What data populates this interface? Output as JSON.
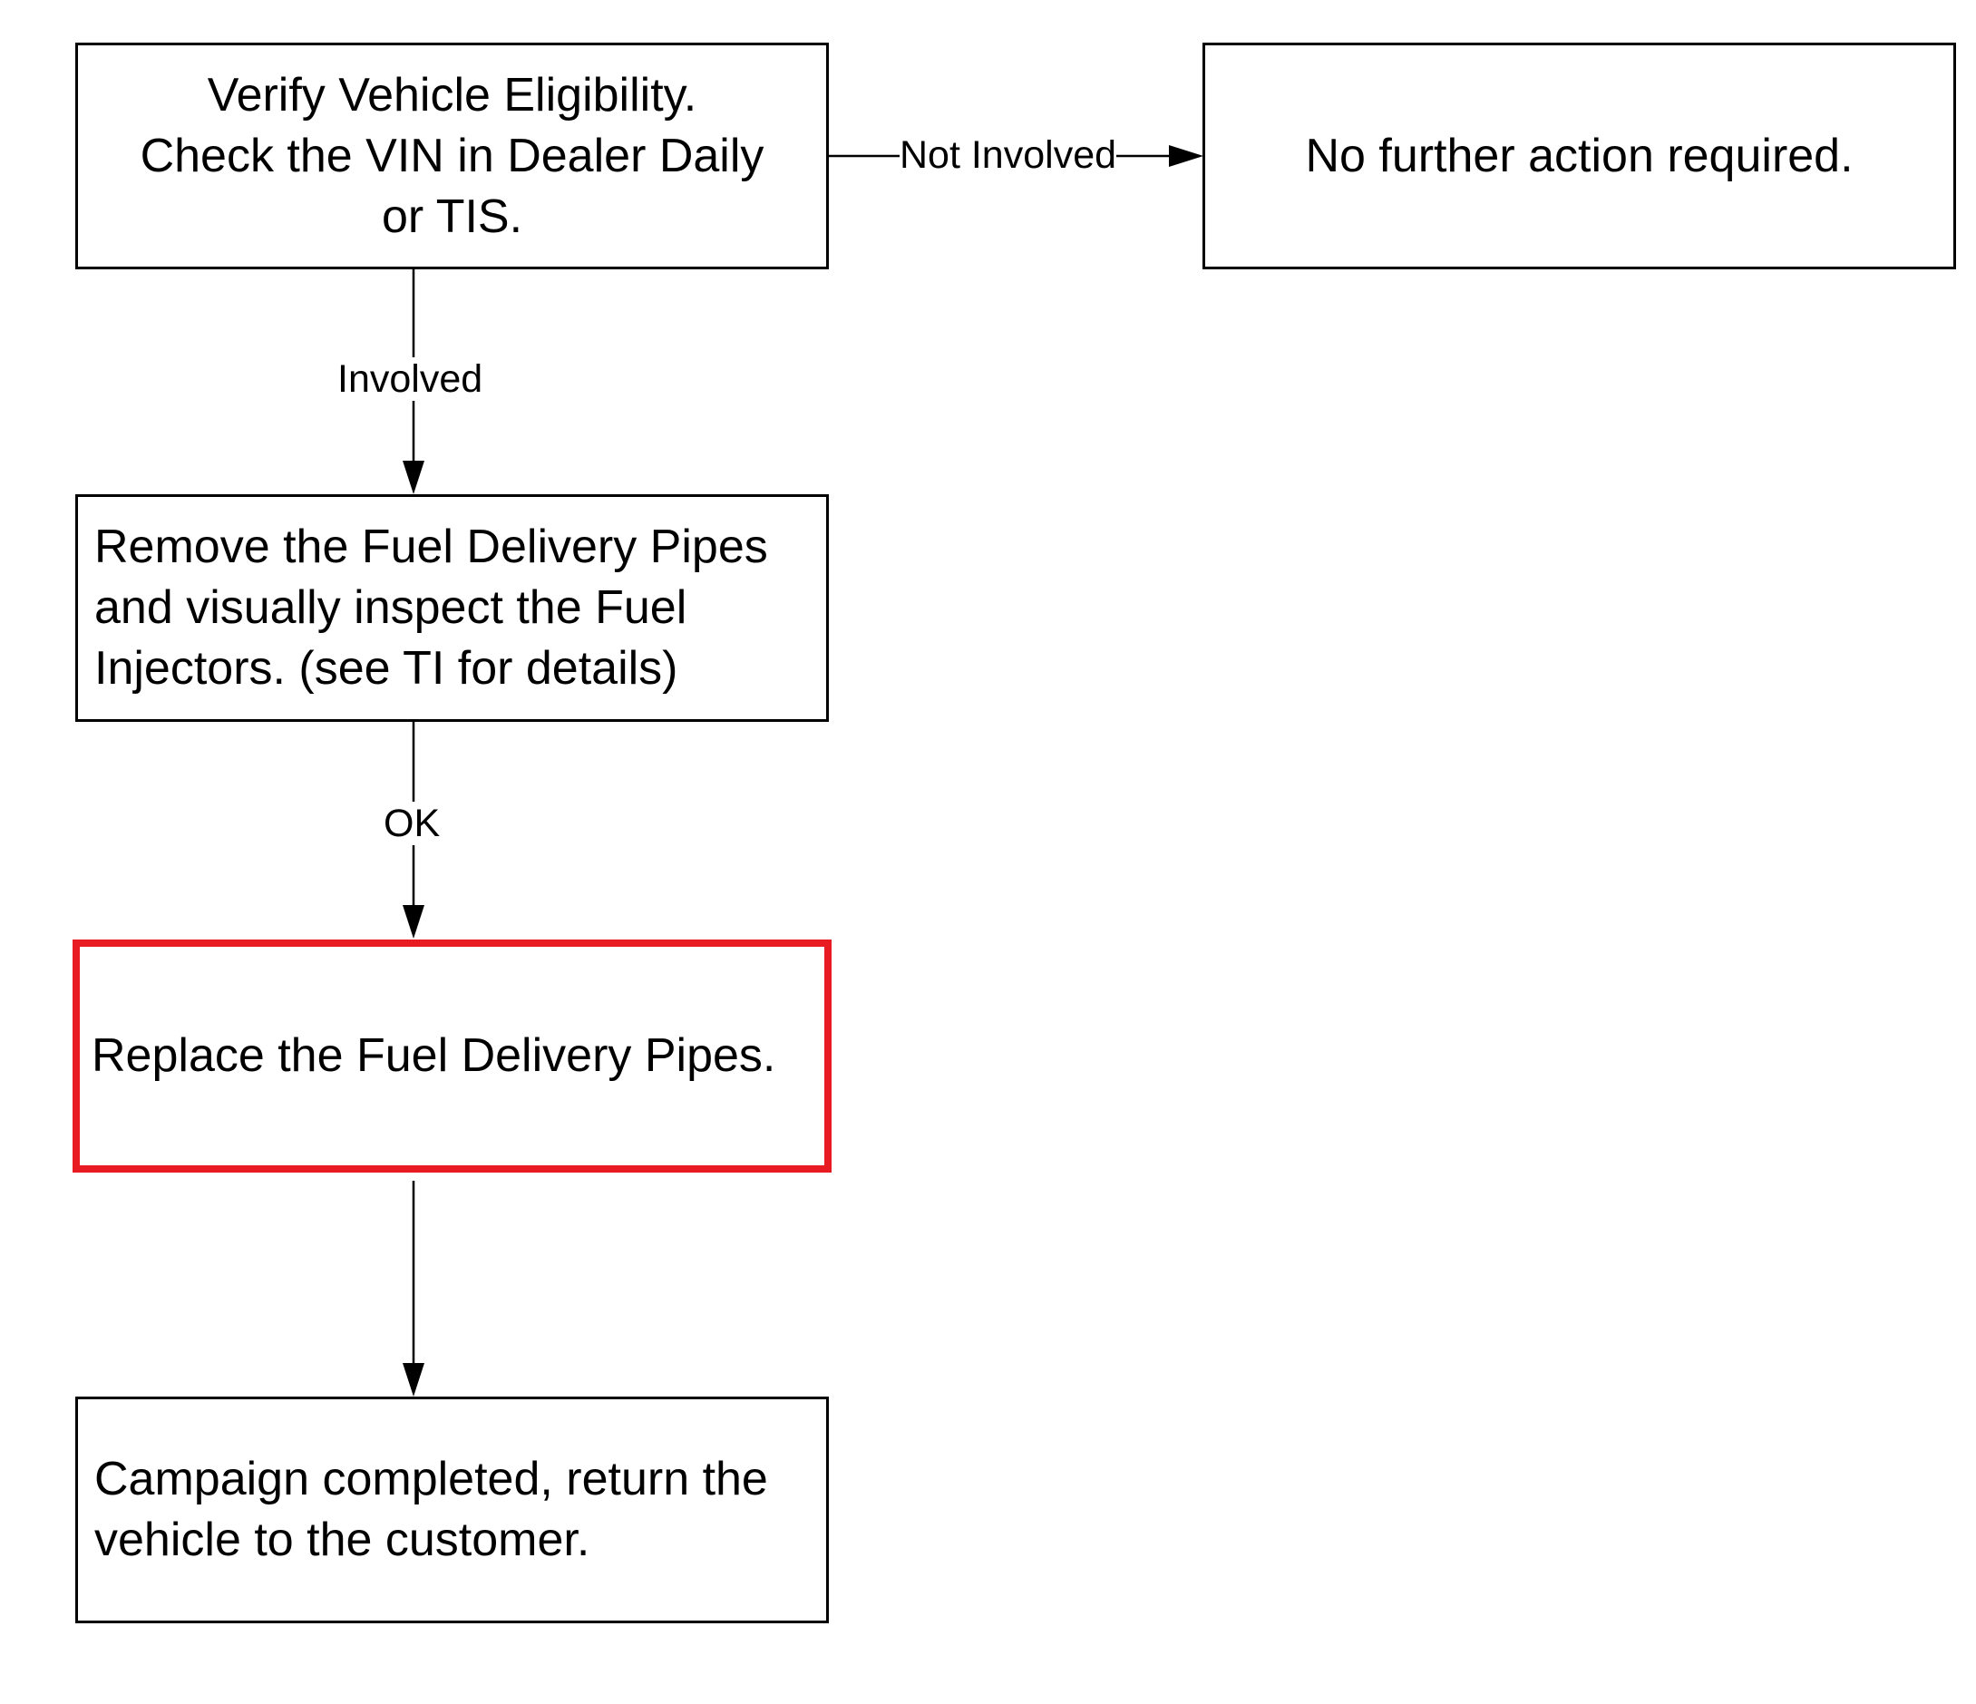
{
  "nodes": {
    "verify": {
      "line1": "Verify Vehicle Eligibility.",
      "line2": "Check the VIN in Dealer Daily",
      "line3": "or TIS."
    },
    "no_action": {
      "text": "No further action required."
    },
    "remove": {
      "line1": "Remove the Fuel Delivery Pipes",
      "line2": "and visually inspect the Fuel",
      "line3": "Injectors. (see TI for details)"
    },
    "replace": {
      "text": "Replace the Fuel Delivery Pipes."
    },
    "completed": {
      "line1": "Campaign completed, return the",
      "line2": "vehicle to the customer."
    }
  },
  "edges": {
    "not_involved": "Not Involved",
    "involved": "Involved",
    "ok": "OK"
  },
  "colors": {
    "line": "#000000",
    "highlight": "#e81b23"
  }
}
